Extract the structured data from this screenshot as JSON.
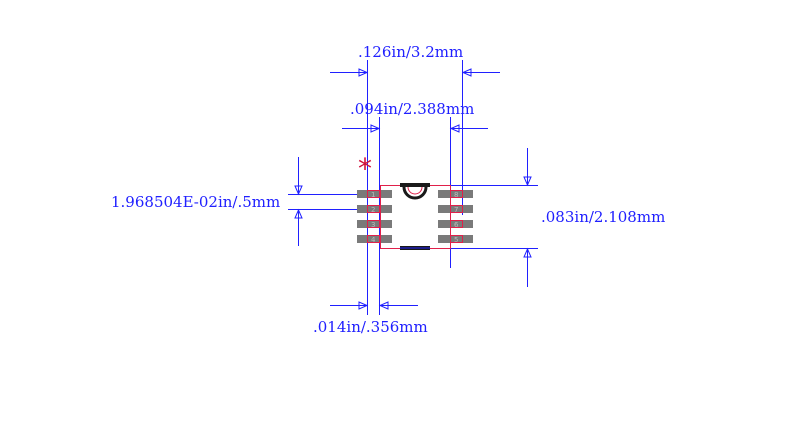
{
  "dimensions": {
    "overall_width": ".126in/3.2mm",
    "pad_span": ".094in/2.388mm",
    "pitch": "1.968504E-02in/.5mm",
    "body_height": ".083in/2.108mm",
    "pad_width": ".014in/.356mm"
  },
  "pin1_marker": "*",
  "pins_left": [
    "1",
    "2",
    "3",
    "4"
  ],
  "pins_right": [
    "8",
    "7",
    "6",
    "5"
  ],
  "colors": {
    "dimension": "#2020ff",
    "outline": "#e0204a",
    "pad": "#7a7a7a",
    "silkscreen": "#1a1a1a",
    "marker": "#d0103a"
  }
}
